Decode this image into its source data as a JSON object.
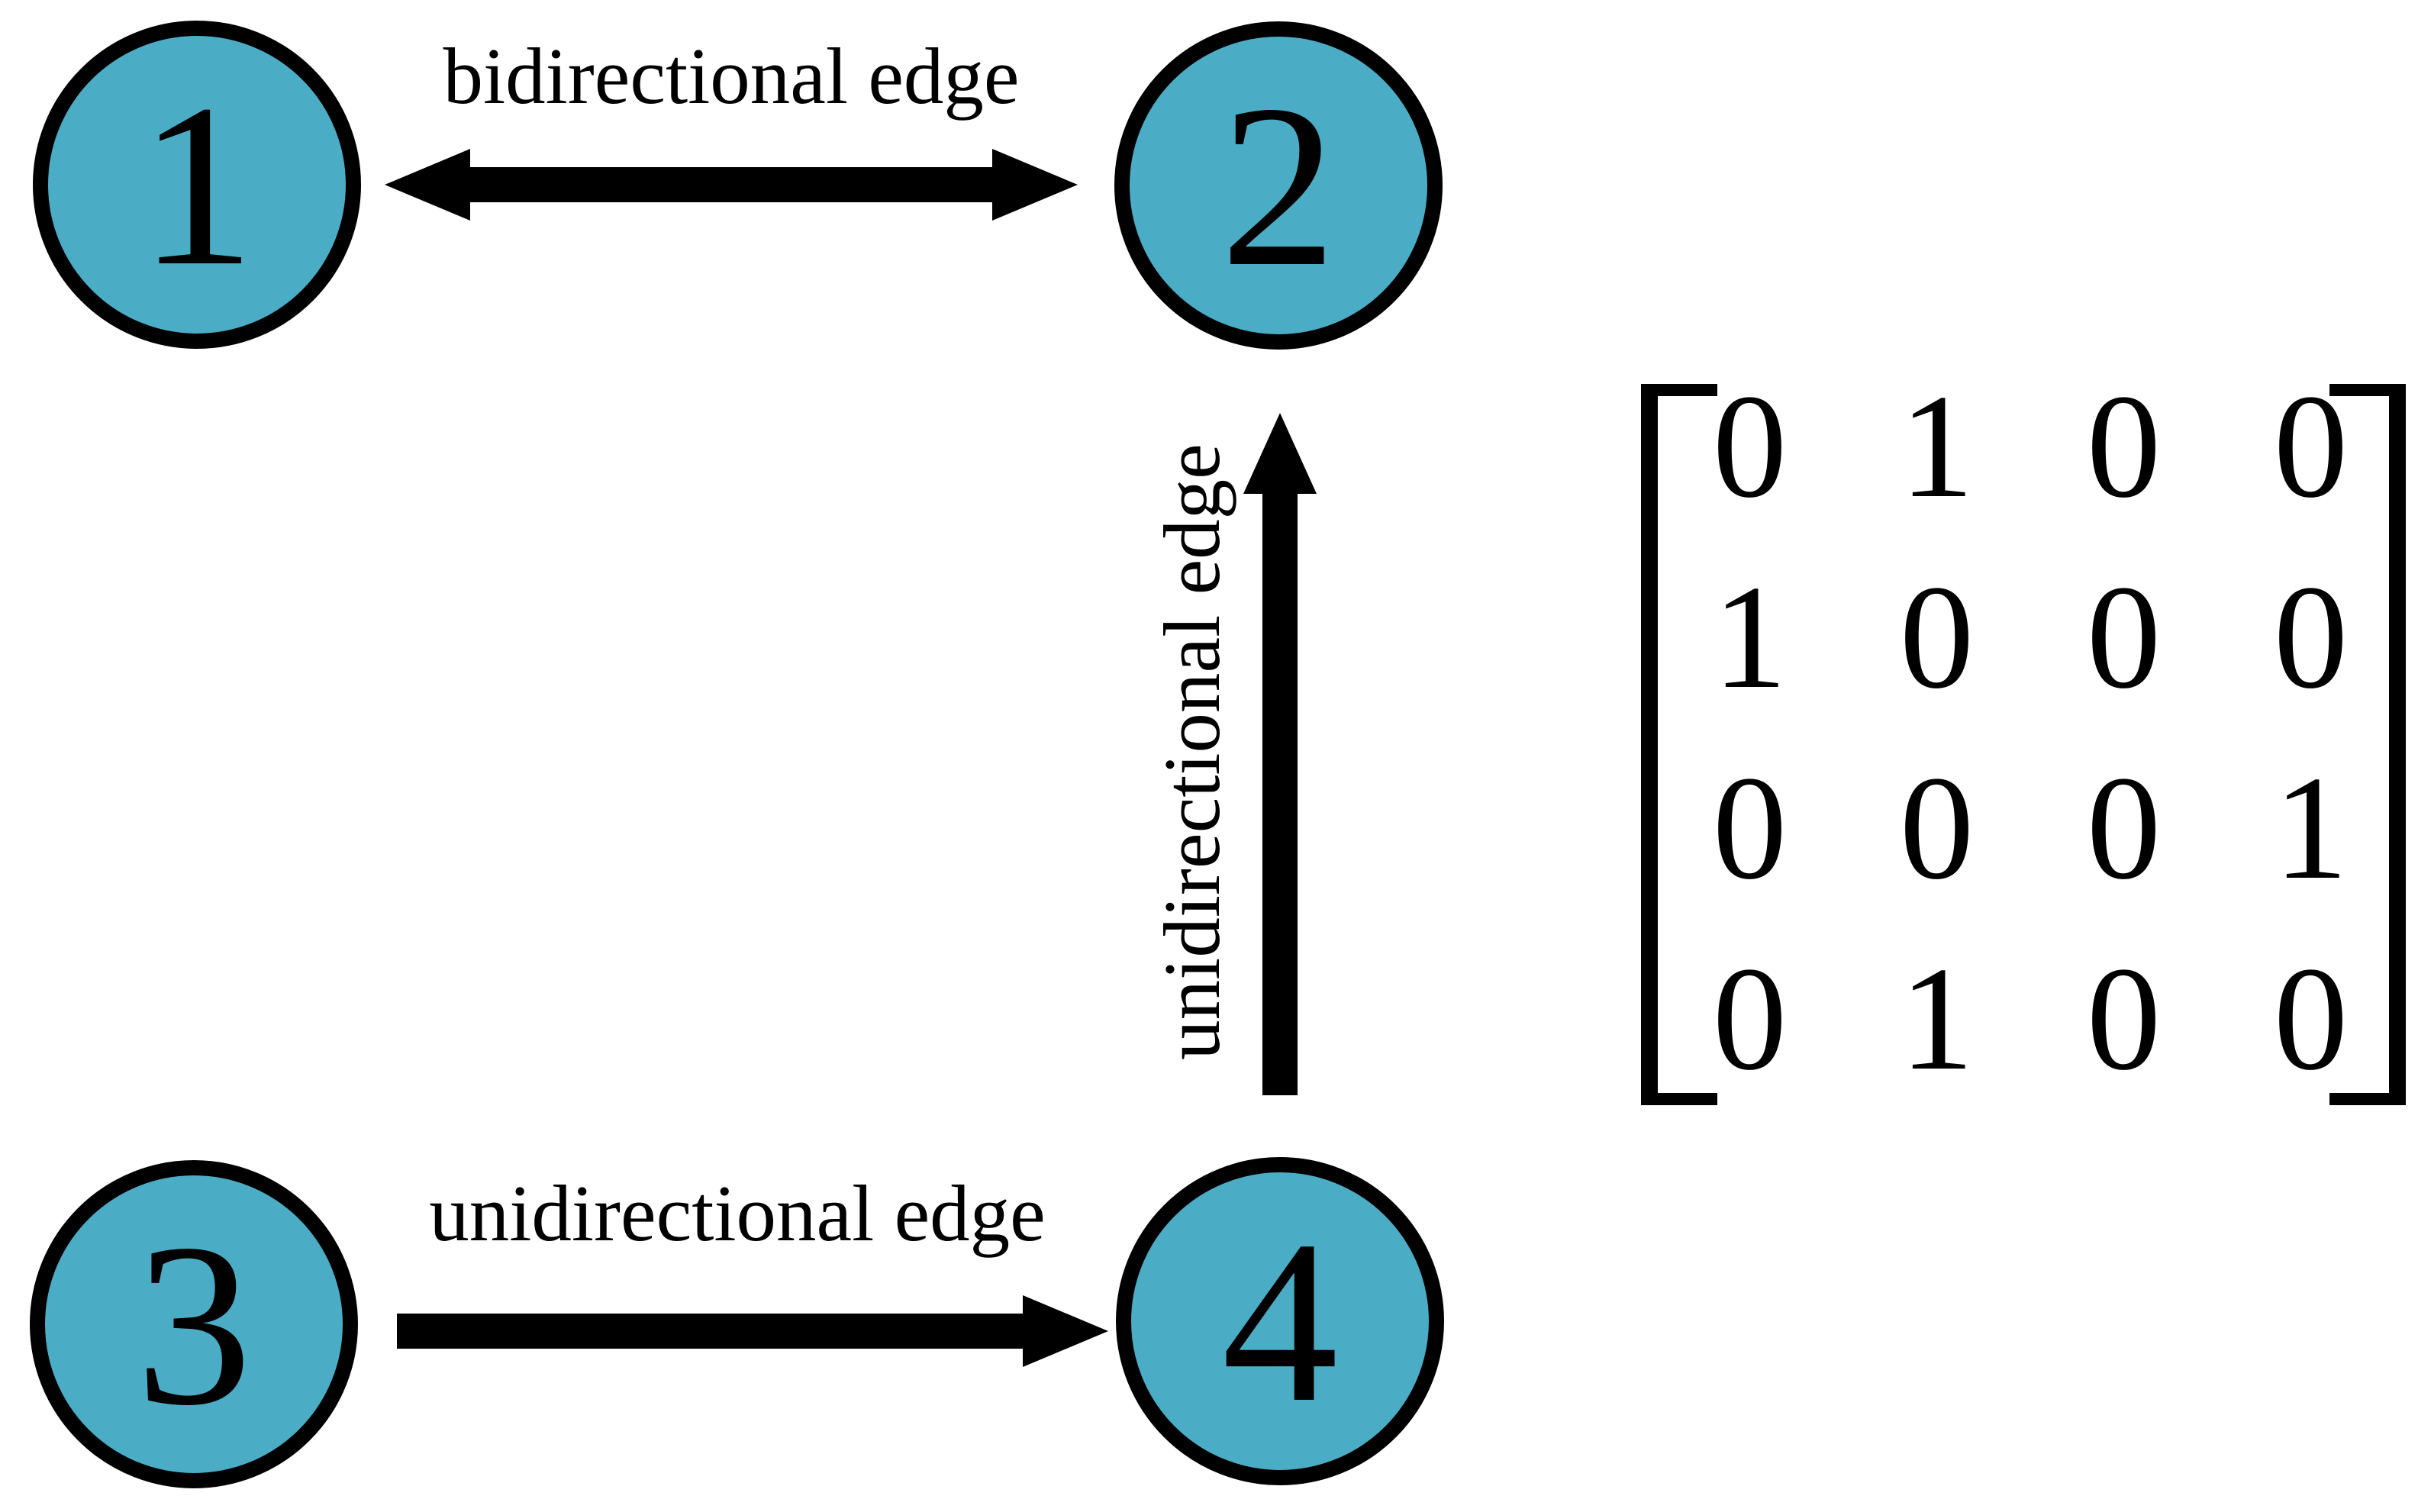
{
  "diagram": {
    "nodes": [
      {
        "label": "1"
      },
      {
        "label": "2"
      },
      {
        "label": "3"
      },
      {
        "label": "4"
      }
    ],
    "edges": [
      {
        "type": "bidirectional",
        "label": "bidirectional edge",
        "from": "1",
        "to": "2"
      },
      {
        "type": "unidirectional",
        "label": "unidirectional edge",
        "from": "4",
        "to": "2"
      },
      {
        "type": "unidirectional",
        "label": "unidirectional edge",
        "from": "3",
        "to": "4"
      }
    ],
    "colors": {
      "node_fill": "#4BACC6",
      "stroke": "#000000",
      "background": "#FFFFFF"
    }
  },
  "matrix": {
    "rows": [
      [
        "0",
        "1",
        "0",
        "0"
      ],
      [
        "1",
        "0",
        "0",
        "0"
      ],
      [
        "0",
        "0",
        "0",
        "1"
      ],
      [
        "0",
        "1",
        "0",
        "0"
      ]
    ]
  }
}
